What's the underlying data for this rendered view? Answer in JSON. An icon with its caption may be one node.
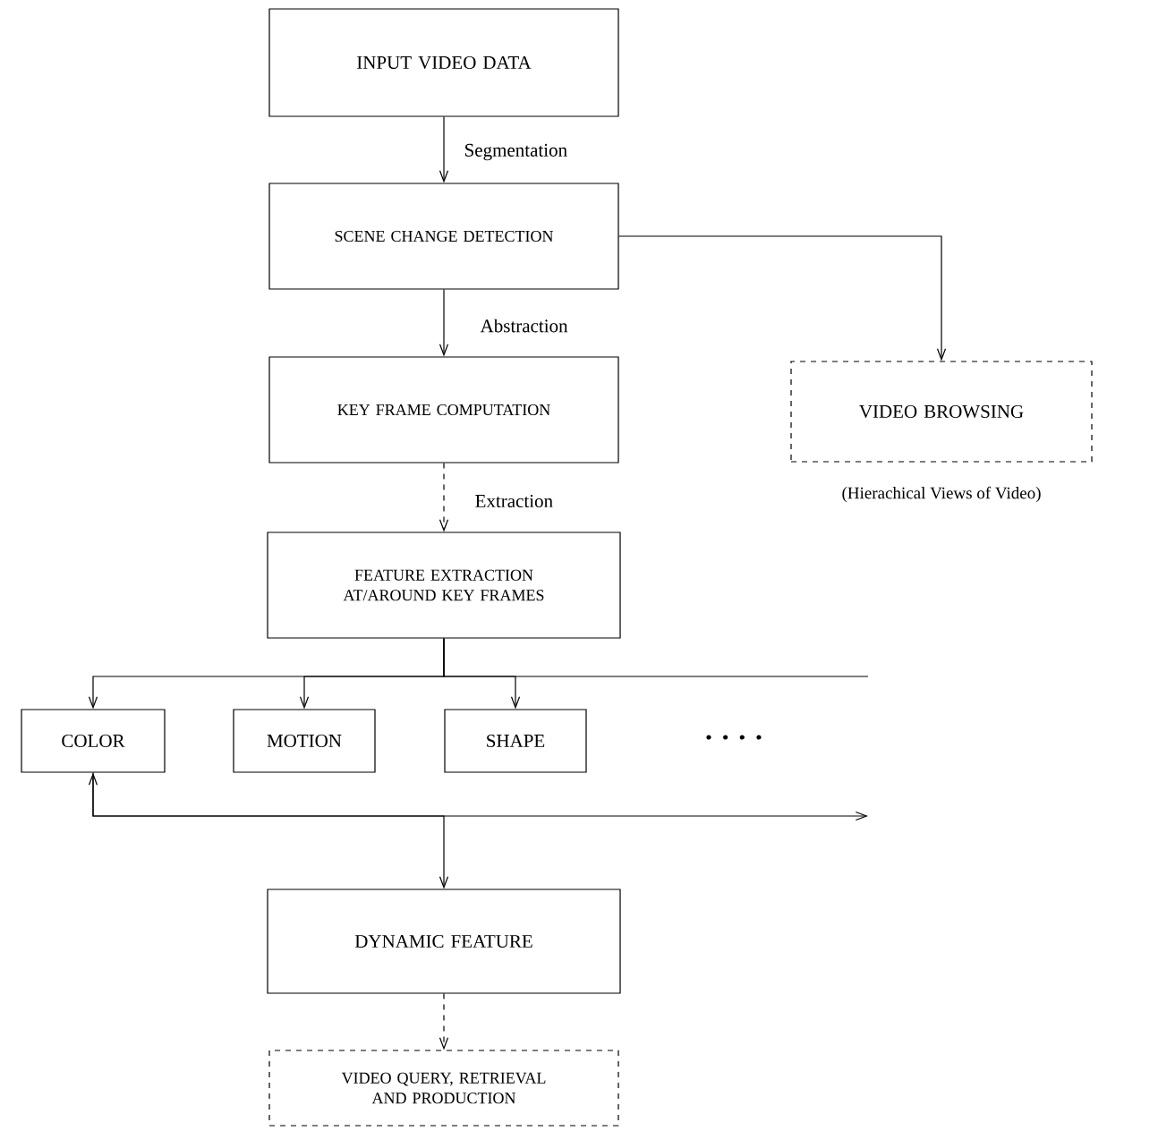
{
  "diagram": {
    "nodes": [
      {
        "text": [
          "INPUT VIDEO DATA"
        ]
      },
      {
        "text": [
          "SCENE CHANGE DETECTION"
        ]
      },
      {
        "text": [
          "VIDEO BROWSING"
        ],
        "beside": [
          "(Hierachical Views of Video)"
        ]
      },
      {
        "text": [
          "KEY FRAME COMPUTATION"
        ]
      },
      {
        "text": [
          "FEATURE EXTRACTION AT/AROUND KEY FRAMES"
        ]
      },
      {
        "text": [
          "COLOR"
        ]
      },
      {
        "text": [
          "MOTION"
        ]
      },
      {
        "text": [
          "SHAPE"
        ]
      },
      {
        "text": [
          "DYNAMIC FEATURE"
        ]
      },
      {
        "text": [
          "VIDEO QUERY, RETRIEVAL AND PRODUCTION"
        ]
      }
    ],
    "edges": [
      {
        "from": 0,
        "to": 1,
        "arrow": "to",
        "label": "Segmentation"
      },
      {
        "from": 1,
        "to": 2,
        "arrow": "to"
      },
      {
        "from": 1,
        "to": 3,
        "arrow": "to",
        "label": "Abstraction"
      },
      {
        "from": 3,
        "to": 4,
        "arrow": "to",
        "label": "Extraction",
        "style": "dashed"
      },
      {
        "from": 4,
        "to": 5,
        "arrow": "to"
      },
      {
        "from": 4,
        "to": 6,
        "arrow": "to"
      },
      {
        "from": 4,
        "to": 7,
        "arrow": "to"
      },
      {
        "from": 4,
        "to": null,
        "arrow": "none"
      },
      {
        "from": 5,
        "to": 8,
        "arrow": "both"
      },
      {
        "from": 5,
        "to": null,
        "arrow": "to"
      },
      {
        "from": 8,
        "to": 9,
        "arrow": "to",
        "style": "dashed"
      }
    ],
    "labels": [
      "· · · ·"
    ]
  }
}
